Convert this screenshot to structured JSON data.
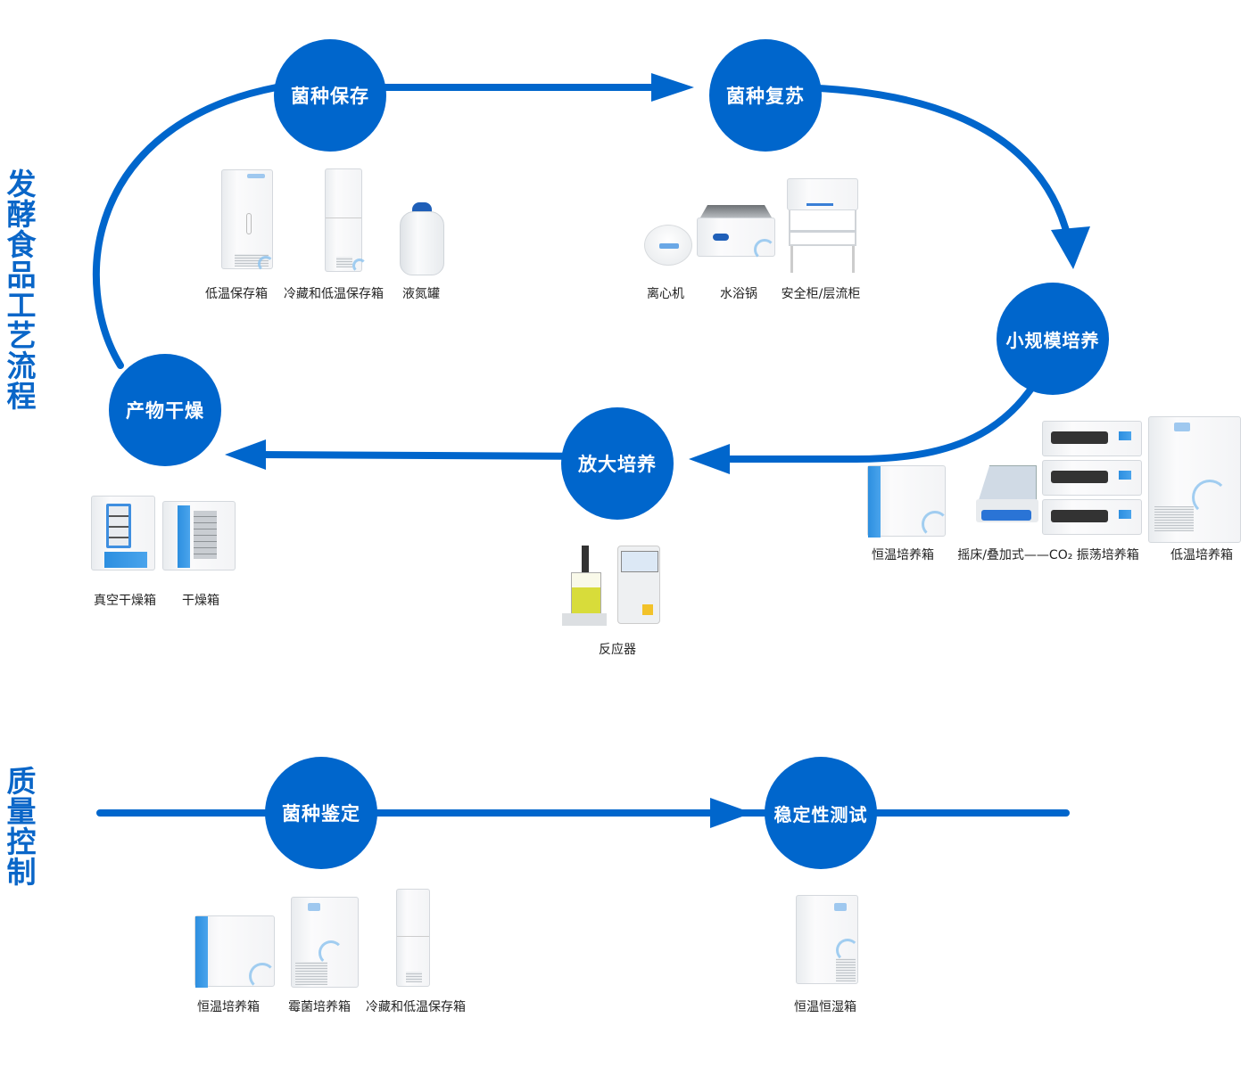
{
  "sections": {
    "process_title": "发酵食品工艺流程",
    "qc_title": "质量控制"
  },
  "colors": {
    "accent": "#0066cc",
    "title": "#0a66c8",
    "label": "#222222"
  },
  "process_steps": [
    {
      "id": "strain-preservation",
      "label": "菌种保存",
      "equipment": [
        "低温保存箱",
        "冷藏和低温保存箱",
        "液氮罐"
      ]
    },
    {
      "id": "strain-revival",
      "label": "菌种复苏",
      "equipment": [
        "离心机",
        "水浴锅",
        "安全柜/层流柜"
      ]
    },
    {
      "id": "small-scale-culture",
      "label": "小规模培养",
      "equipment": [
        "恒温培养箱",
        "摇床/叠加式——CO₂ 振荡培养箱",
        "低温培养箱"
      ]
    },
    {
      "id": "scale-up-culture",
      "label": "放大培养",
      "equipment": [
        "反应器"
      ]
    },
    {
      "id": "product-drying",
      "label": "产物干燥",
      "equipment": [
        "真空干燥箱",
        "干燥箱"
      ]
    }
  ],
  "qc_steps": [
    {
      "id": "strain-identification",
      "label": "菌种鉴定",
      "equipment": [
        "恒温培养箱",
        "霉菌培养箱",
        "冷藏和低温保存箱"
      ]
    },
    {
      "id": "stability-test",
      "label": "稳定性测试",
      "equipment": [
        "恒温恒湿箱"
      ]
    }
  ]
}
